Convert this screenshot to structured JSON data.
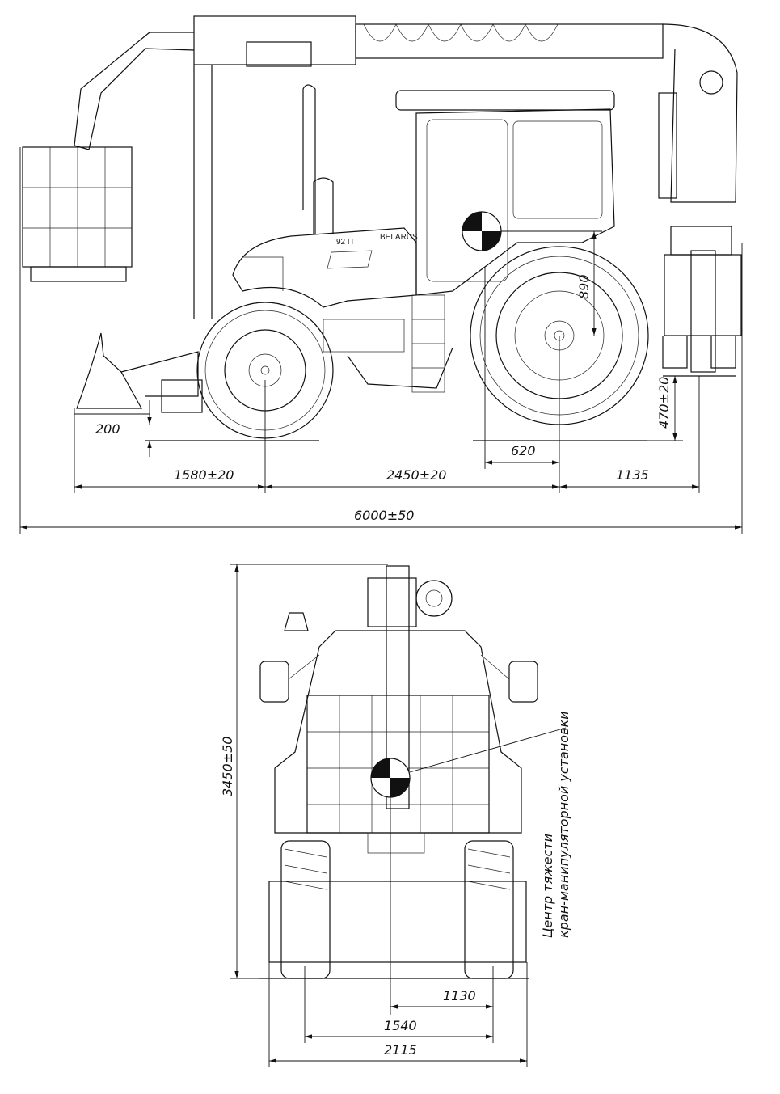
{
  "side_view": {
    "badge_brand": "BELARUS",
    "badge_model": "92 П",
    "dimensions": {
      "blade_ground_clearance": "200",
      "front_overhang": "1580±20",
      "wheelbase": "2450±20",
      "rear_overhang": "1135",
      "cg_horizontal_offset": "620",
      "outrigger_clearance": "470±20",
      "cg_height": "890",
      "overall_length": "6000±50"
    }
  },
  "front_view": {
    "dimensions": {
      "overall_height": "3450±50",
      "cg_lateral": "1130",
      "track_width": "1540",
      "overall_width": "2115"
    },
    "cg_note_line1": "Центр тяжести",
    "cg_note_line2": "кран-манипуляторной установки"
  },
  "colors": {
    "line": "#111111",
    "background": "#ffffff"
  }
}
